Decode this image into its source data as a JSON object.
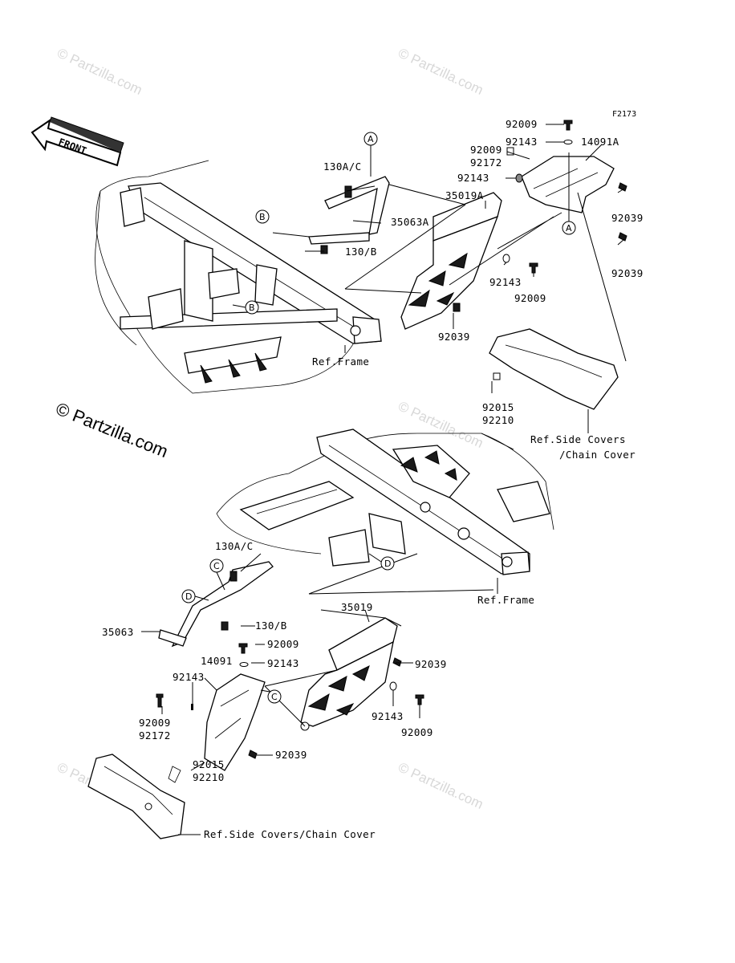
{
  "figure_id": "F2173",
  "front_label": "FRONT",
  "watermarks": [
    "© Partzilla.com",
    "© Partzilla.com",
    "© Partzilla.com",
    "© Partzilla.com",
    "© Partzilla.com",
    "© Partzilla.com"
  ],
  "copyright": "© Partzilla.com",
  "callouts": {
    "a": "A",
    "b": "B",
    "c": "C",
    "d": "D"
  },
  "top": {
    "p92009_a": "92009",
    "p92143_a": "92143",
    "p14091A": "14091A",
    "p92009_b": "92009",
    "p92172_b": "92172",
    "p92143_b": "92143",
    "p35019A": "35019A",
    "p92039_a": "92039",
    "p92039_b": "92039",
    "p130AC": "130A/C",
    "p35063A": "35063A",
    "p130B": "130/B",
    "p92143_c": "92143",
    "p92009_c": "92009",
    "p92039_c": "92039",
    "ref_frame": "Ref.Frame",
    "p92015": "92015",
    "p92210": "92210",
    "ref_side_1": "Ref.Side Covers",
    "ref_side_2": "/Chain Cover"
  },
  "bottom": {
    "p130AC": "130A/C",
    "ref_frame": "Ref.Frame",
    "p35019": "35019",
    "p35063": "35063",
    "p130B": "130/B",
    "p92009_a": "92009",
    "p14091": "14091",
    "p92143_a": "92143",
    "p92039_a": "92039",
    "p92143_b": "92143",
    "p92009_b": "92009",
    "p92172": "92172",
    "p92143_c": "92143",
    "p92009_c": "92009",
    "p92039_b": "92039",
    "p92015": "92015",
    "p92210": "92210",
    "ref_side": "Ref.Side Covers/Chain Cover"
  }
}
